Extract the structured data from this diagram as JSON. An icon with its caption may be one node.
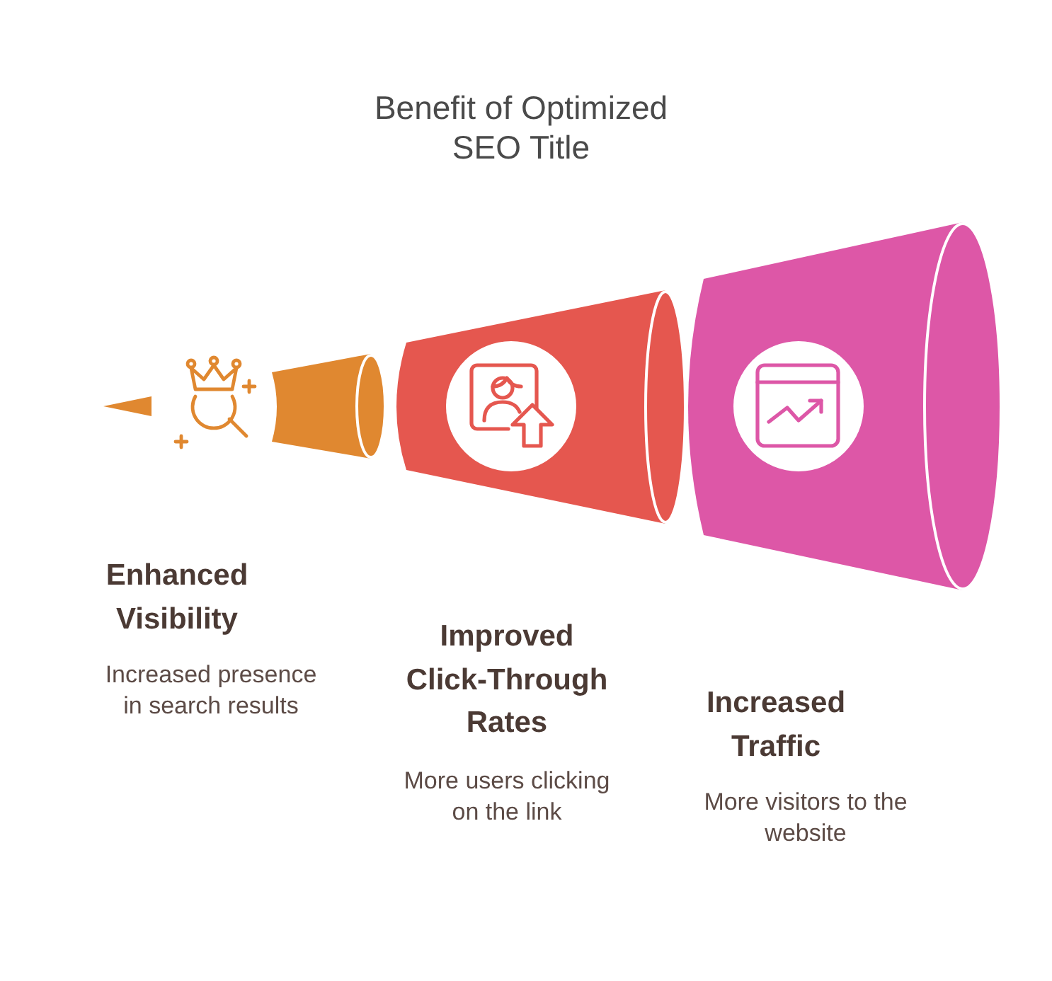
{
  "diagram": {
    "title": "Benefit of Optimized SEO Title",
    "nodes": [
      {
        "text": [],
        "shape": "cone",
        "beside": [
          "Enhanced Visibility",
          "Increased presence in search results"
        ]
      },
      {
        "text": [],
        "shape": "cone",
        "beside": [
          "Improved Click-Through Rates",
          "More users clicking on the link"
        ]
      },
      {
        "text": [],
        "shape": "cone",
        "beside": [
          "Increased Traffic",
          "More visitors to the website"
        ]
      }
    ]
  }
}
